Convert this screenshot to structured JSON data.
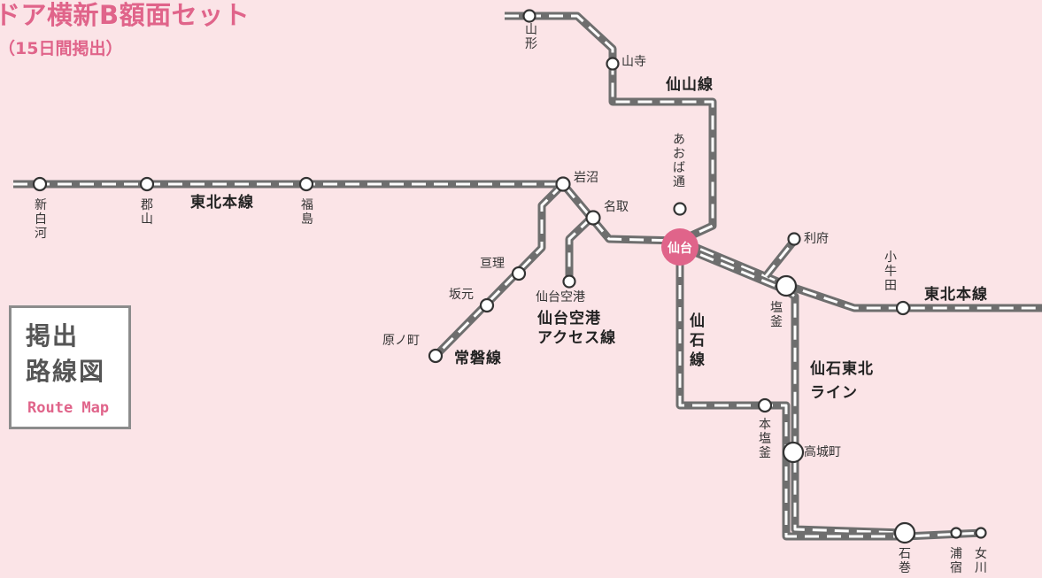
{
  "header": {
    "title": "ドア横新B額面セット",
    "subtitle": "（15日間掲出）"
  },
  "legend": {
    "line1": "掲出",
    "line2": "路線図",
    "en": "Route Map"
  },
  "stations": {
    "sendai": "仙台",
    "yamagata": "山形",
    "yamadera": "山寺",
    "aobadori": "あおば通",
    "shirakawa": "新白河",
    "koriyama": "郡山",
    "fukushima": "福島",
    "iwanuma": "岩沼",
    "natori": "名取",
    "airport": "仙台空港",
    "watari": "亘理",
    "sakamoto": "坂元",
    "haranomachi": "原ノ町",
    "rifu": "利府",
    "shiogama": "塩釜",
    "kogota": "小牛田",
    "hon_shiogama": "本塩釜",
    "takagimachi": "高城町",
    "ishinomaki": "石巻",
    "urashuku": "浦宿",
    "onagawa": "女川"
  },
  "lines": {
    "senzan": "仙山線",
    "tohoku_west": "東北本線",
    "tohoku_east": "東北本線",
    "airport_line": "仙台空港\nアクセス線",
    "joban": "常磐線",
    "senseki": "仙石線",
    "senseki_tohoku": "仙石東北\nライン"
  },
  "colors": {
    "accent": "#e0648a",
    "line": "#6e6e6e",
    "background": "#fbe4e7"
  }
}
